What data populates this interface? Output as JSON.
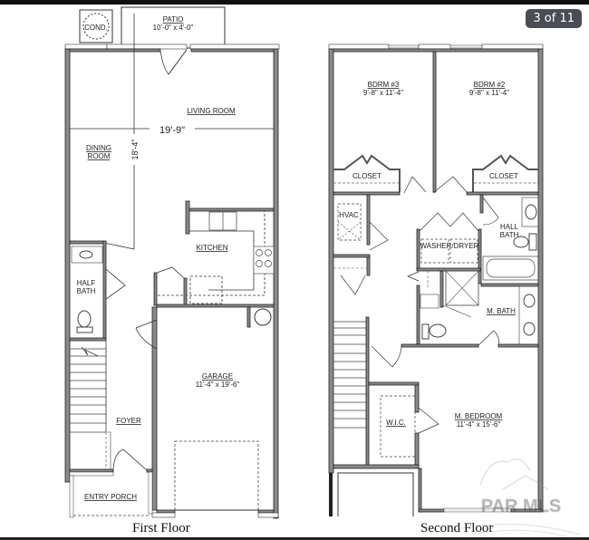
{
  "viewer": {
    "counter": "3 of 11",
    "counter_color": "#4a4d54"
  },
  "first_floor": {
    "caption": "First Floor",
    "rooms": {
      "cond": "COND.",
      "patio": "PATIO",
      "patio_dims": "10'-0\" x 4'-0\"",
      "living_room": "LIVING ROOM",
      "living_width": "19'-9\"",
      "dining_room_line1": "DINING",
      "dining_room_line2": "ROOM",
      "dining_depth": "18'-4\"",
      "kitchen": "KITCHEN",
      "half_bath_line1": "HALF",
      "half_bath_line2": "BATH",
      "garage": "GARAGE",
      "garage_dims": "11'-4\" x 19'-6\"",
      "foyer": "FOYER",
      "entry_porch": "ENTRY PORCH"
    }
  },
  "second_floor": {
    "caption": "Second Floor",
    "rooms": {
      "bdrm3": "BDRM #3",
      "bdrm3_dims": "9'-8\" x 11'-4\"",
      "bdrm2": "BDRM #2",
      "bdrm2_dims": "9'-8\" x 11'-4\"",
      "closet_left": "CLOSET",
      "closet_right": "CLOSET",
      "hvac": "HVAC",
      "hall_bath_line1": "HALL",
      "hall_bath_line2": "BATH",
      "washer_dryer": "WASHER/DRYER",
      "m_bath": "M. BATH",
      "wic": "W.I.C.",
      "m_bedroom": "M. BEDROOM",
      "m_bedroom_dims": "11'-4\" x 15'-6\""
    }
  },
  "watermark": "PAR MLS"
}
